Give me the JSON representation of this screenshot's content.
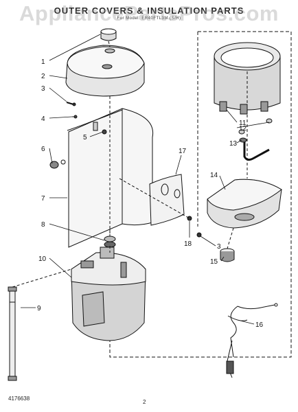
{
  "watermark": "AppliancePartsPros.com",
  "title": "OUTER COVERS & INSULATION PARTS",
  "subtitle": "For Model: ER40FTL3M (S/H)",
  "footer_code": "4176638",
  "page_number": "2",
  "parts": {
    "p1": "1",
    "p2": "2",
    "p3": "3",
    "p4": "4",
    "p5": "5",
    "p6": "6",
    "p7": "7",
    "p8": "8",
    "p9": "9",
    "p10": "10",
    "p11": "11",
    "p12": "12",
    "p13": "13",
    "p14": "14",
    "p15": "15",
    "p16": "16",
    "p17": "17",
    "p18": "18",
    "p3b": "3"
  }
}
